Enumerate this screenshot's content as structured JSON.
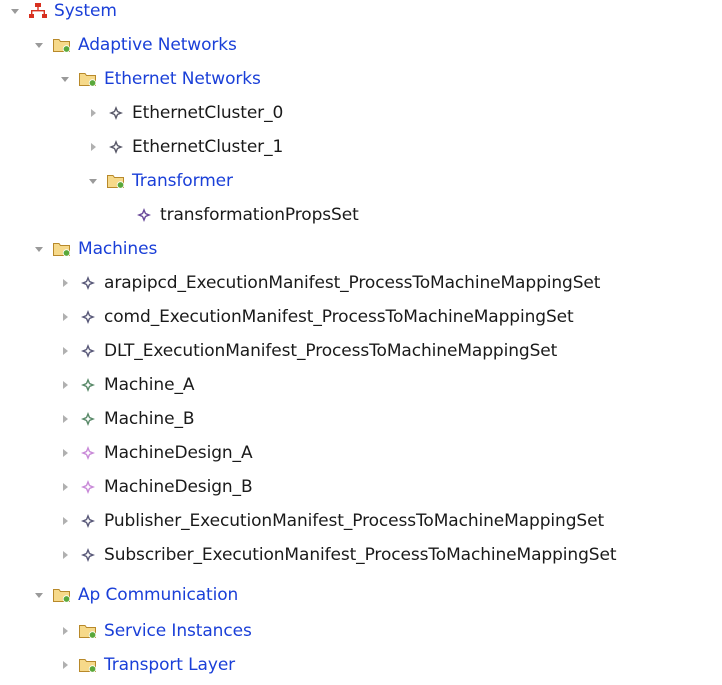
{
  "tree": {
    "system": {
      "label": "System"
    },
    "adaptive_networks": {
      "label": "Adaptive Networks"
    },
    "ethernet_networks": {
      "label": "Ethernet Networks"
    },
    "ethernet_cluster_0": {
      "label": "EthernetCluster_0"
    },
    "ethernet_cluster_1": {
      "label": "EthernetCluster_1"
    },
    "transformer": {
      "label": "Transformer"
    },
    "transformation_props_set": {
      "label": "transformationPropsSet"
    },
    "machines": {
      "label": "Machines"
    },
    "machines_items": [
      {
        "label": "arapipcd_ExecutionManifest_ProcessToMachineMappingSet",
        "icon": "element-icon"
      },
      {
        "label": "comd_ExecutionManifest_ProcessToMachineMappingSet",
        "icon": "element-icon"
      },
      {
        "label": "DLT_ExecutionManifest_ProcessToMachineMappingSet",
        "icon": "element-icon"
      },
      {
        "label": "Machine_A",
        "icon": "machine-icon"
      },
      {
        "label": "Machine_B",
        "icon": "machine-icon"
      },
      {
        "label": "MachineDesign_A",
        "icon": "machine-design-icon"
      },
      {
        "label": "MachineDesign_B",
        "icon": "machine-design-icon"
      },
      {
        "label": "Publisher_ExecutionManifest_ProcessToMachineMappingSet",
        "icon": "element-icon"
      },
      {
        "label": "Subscriber_ExecutionManifest_ProcessToMachineMappingSet",
        "icon": "element-icon"
      }
    ],
    "ap_communication": {
      "label": "Ap Communication"
    },
    "service_instances": {
      "label": "Service Instances"
    },
    "transport_layer": {
      "label": "Transport Layer"
    }
  },
  "colors": {
    "link_text": "#1a3fd8",
    "plain_text": "#1a1a1a",
    "folder_fill": "#f6d98a",
    "folder_stroke": "#b8892a",
    "folder_badge": "#5aa83a",
    "system_icon": "#d8301f",
    "element_icon": "#5a5a7a",
    "machine_icon": "#5a8a6a",
    "machine_design_icon": "#c98ad8",
    "twisty": "#9a9a9a"
  }
}
